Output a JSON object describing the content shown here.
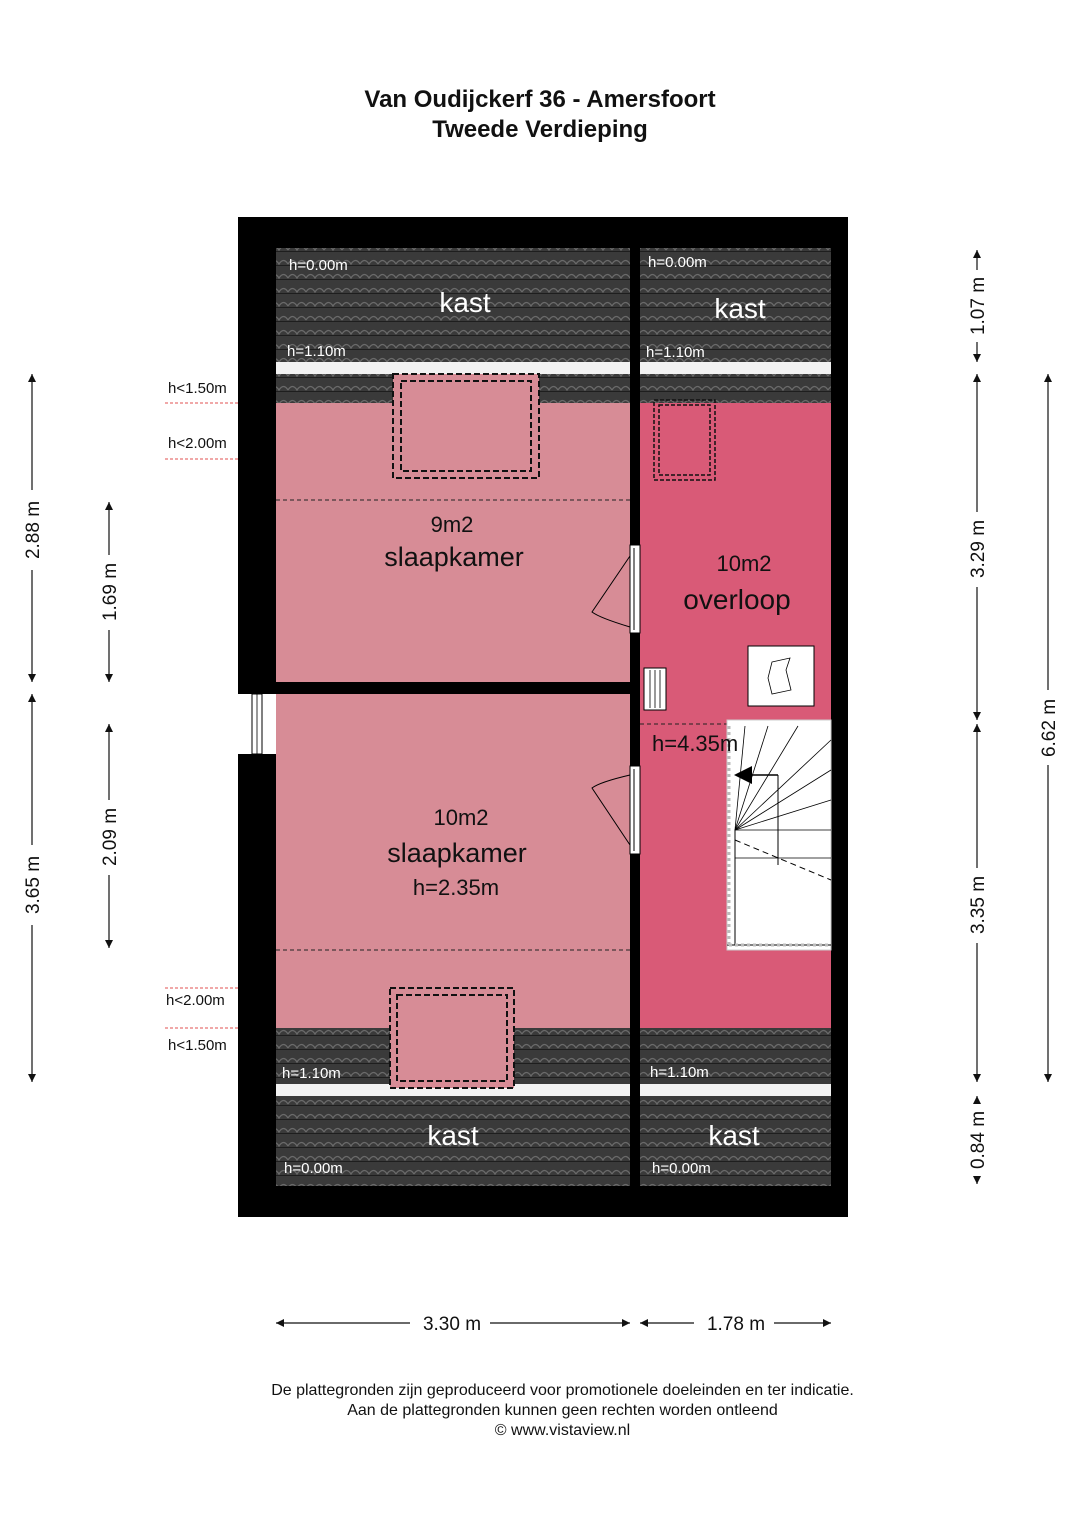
{
  "header": {
    "title": "Van Oudijckerf 36 - Amersfoort",
    "subtitle": "Tweede Verdieping"
  },
  "colors": {
    "wall": "#000000",
    "bedroom": "#d78c96",
    "landing": "#d95a77",
    "roof": "#3c3c3c",
    "annotation_line": "#e05050"
  },
  "rooms": {
    "kast_top_left": {
      "label": "kast",
      "h_top": "h=0.00m",
      "h_bottom": "h=1.10m"
    },
    "kast_top_right": {
      "label": "kast",
      "h_top": "h=0.00m",
      "h_bottom": "h=1.10m"
    },
    "bedroom_top": {
      "area": "9m2",
      "label": "slaapkamer"
    },
    "bedroom_bottom": {
      "area": "10m2",
      "label": "slaapkamer",
      "height": "h=2.35m"
    },
    "landing": {
      "area": "10m2",
      "label": "overloop",
      "height": "h=4.35m"
    },
    "kast_bottom_left": {
      "label": "kast",
      "h_top": "h=1.10m",
      "h_bottom": "h=0.00m"
    },
    "kast_bottom_right": {
      "label": "kast",
      "h_top": "h=1.10m",
      "h_bottom": "h=0.00m"
    }
  },
  "height_marks": {
    "top_150": "h<1.50m",
    "top_200": "h<2.00m",
    "bottom_200": "h<2.00m",
    "bottom_150": "h<1.50m"
  },
  "dimensions": {
    "left_outer_top": "2.88 m",
    "left_outer_bottom": "3.65 m",
    "left_inner_top": "1.69 m",
    "left_inner_bottom": "2.09 m",
    "right_1": "1.07 m",
    "right_2": "3.29 m",
    "right_3": "3.35 m",
    "right_4": "0.84 m",
    "right_total": "6.62 m",
    "bottom_left": "3.30 m",
    "bottom_right": "1.78 m"
  },
  "footer": {
    "line1": "De plattegronden zijn geproduceerd voor promotionele doeleinden en ter indicatie.",
    "line2": "Aan de plattegronden kunnen geen rechten worden ontleend",
    "line3": "© www.vistaview.nl"
  }
}
